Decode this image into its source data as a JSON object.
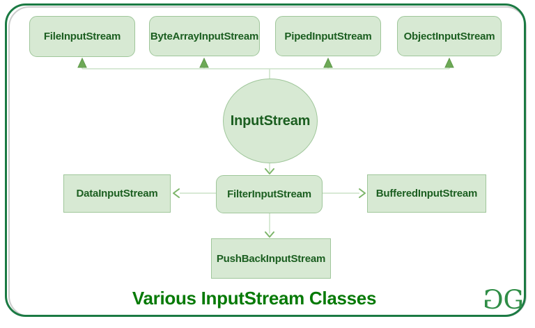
{
  "diagram": {
    "title": "Various InputStream Classes",
    "root": {
      "label": "InputStream"
    },
    "subclasses_top": [
      {
        "label": "FileInputStream"
      },
      {
        "label": "ByteArrayInputStream"
      },
      {
        "label": "PipedInputStream"
      },
      {
        "label": "ObjectInputStream"
      }
    ],
    "filter": {
      "label": "FilterInputStream"
    },
    "filter_children": {
      "left": {
        "label": "DataInputStream"
      },
      "right": {
        "label": "BufferedInputStream"
      },
      "bottom": {
        "label": "PushBackInputStream"
      }
    },
    "logo": {
      "glyph_left": "G",
      "glyph_right": "G"
    }
  },
  "colors": {
    "node_fill": "#d7e9d3",
    "node_border": "#9fc69a",
    "label": "#1b5e20",
    "title": "#077a07",
    "frame_border": "#1b7a43",
    "frame_shadow": "#cccccc",
    "connector": "#cbe2c7",
    "arrowhead": "#6da956",
    "logo_green": "#2f8d46"
  }
}
